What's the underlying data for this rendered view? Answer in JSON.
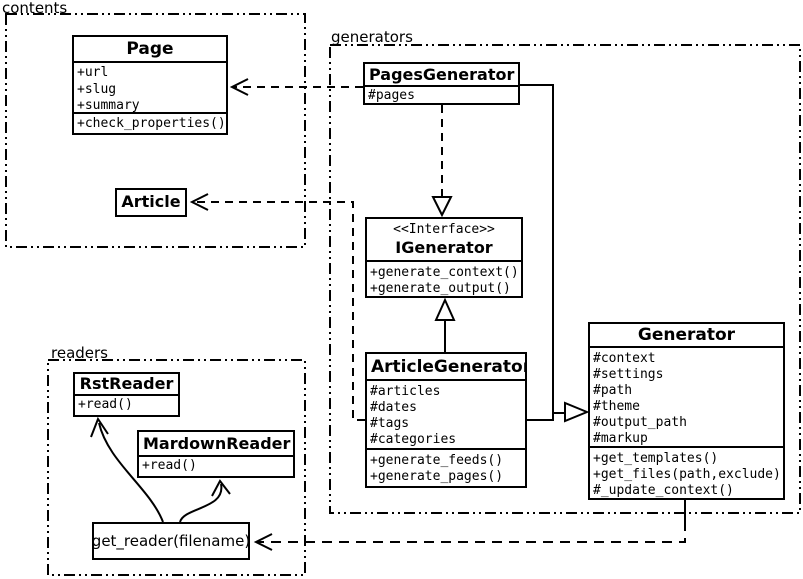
{
  "packages": {
    "contents": {
      "label": "contents"
    },
    "generators": {
      "label": "generators"
    },
    "readers": {
      "label": "readers"
    }
  },
  "classes": {
    "page": {
      "name": "Page",
      "attrs": [
        "+url",
        "+slug",
        "+summary"
      ],
      "methods": [
        "+check_properties()"
      ]
    },
    "article": {
      "name": "Article"
    },
    "pages_generator": {
      "name": "PagesGenerator",
      "attrs": [
        "#pages"
      ]
    },
    "igenerator": {
      "stereotype": "<<Interface>>",
      "name": "IGenerator",
      "methods": [
        "+generate_context()",
        "+generate_output()"
      ]
    },
    "article_generator": {
      "name": "ArticleGenerator",
      "attrs": [
        "#articles",
        "#dates",
        "#tags",
        "#categories"
      ],
      "methods": [
        "+generate_feeds()",
        "+generate_pages()"
      ]
    },
    "generator": {
      "name": "Generator",
      "attrs": [
        "#context",
        "#settings",
        "#path",
        "#theme",
        "#output_path",
        "#markup"
      ],
      "methods": [
        "+get_templates()",
        "+get_files(path,exclude)",
        "#_update_context()"
      ]
    },
    "rst_reader": {
      "name": "RstReader",
      "methods": [
        "+read()"
      ]
    },
    "mardown_reader": {
      "name": "MardownReader",
      "methods": [
        "+read()"
      ]
    },
    "get_reader": {
      "label": "get_reader(filename)"
    }
  },
  "colors": {
    "line": "#000000",
    "background": "#ffffff",
    "box_fill": "#ffffff"
  }
}
